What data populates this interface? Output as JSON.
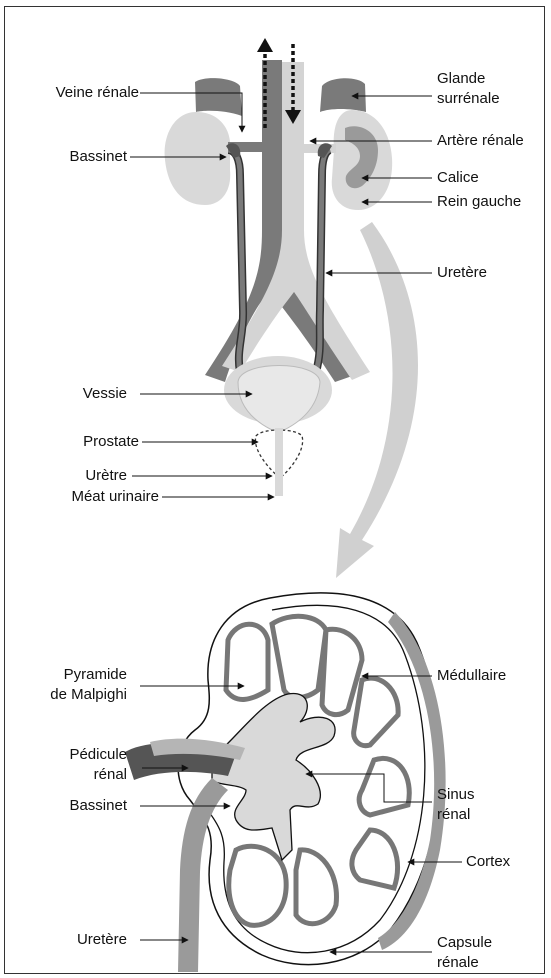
{
  "labels": {
    "veine_renale": "Veine rénale",
    "bassinet_top": "Bassinet",
    "vessie": "Vessie",
    "prostate": "Prostate",
    "uretre": "Urètre",
    "meat_urinaire": "Méat urinaire",
    "glande_surrenale_1": "Glande",
    "glande_surrenale_2": "surrénale",
    "artere_renale": "Artère rénale",
    "calice": "Calice",
    "rein_gauche": "Rein gauche",
    "uretere_top": "Uretère",
    "pyramide_1": "Pyramide",
    "pyramide_2": "de Malpighi",
    "pedicule_1": "Pédicule",
    "pedicule_2": "rénal",
    "bassinet_bottom": "Bassinet",
    "uretere_bottom": "Uretère",
    "medullaire": "Médullaire",
    "sinus_1": "Sinus",
    "sinus_2": "rénal",
    "cortex": "Cortex",
    "capsule_1": "Capsule",
    "capsule_2": "rénale"
  },
  "colors": {
    "dark_gray": "#7a7a7a",
    "mid_gray": "#b5b5b5",
    "light_gray": "#d9d9d9",
    "line": "#111111"
  }
}
